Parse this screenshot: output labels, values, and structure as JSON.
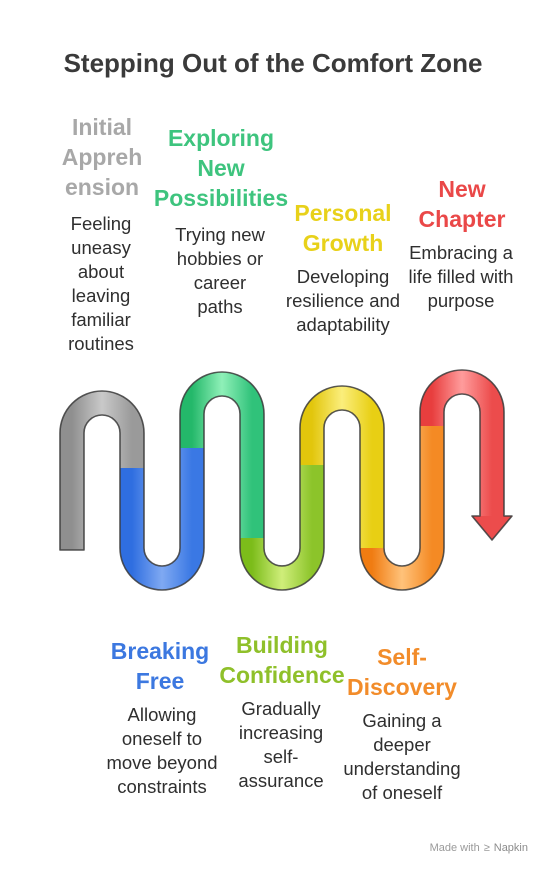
{
  "title": "Stepping Out of the Comfort Zone",
  "stages": {
    "initial": {
      "name": "Initial Appreh ension",
      "desc": "Feeling uneasy about leaving familiar routines",
      "color": "#a8a8a8"
    },
    "exploring": {
      "name": "Exploring New Possibilities",
      "desc": "Trying new hobbies or career paths",
      "color": "#3ec47e"
    },
    "growth": {
      "name": "Personal Growth",
      "desc": "Developing resilience and adaptability",
      "color": "#e8d11a"
    },
    "chapter": {
      "name": "New Chapter",
      "desc": "Embracing a life filled with purpose",
      "color": "#ea4848"
    },
    "breaking": {
      "name": "Breaking Free",
      "desc": "Allowing oneself to move beyond constraints",
      "color": "#3c78e0"
    },
    "confidence": {
      "name": "Building Confidence",
      "desc": "Gradually increasing self-assurance",
      "color": "#8fc02a"
    },
    "discovery": {
      "name": "Self-Discovery",
      "desc": "Gaining a deeper understanding of oneself",
      "color": "#f28c2a"
    }
  },
  "footer": {
    "made_with": "Made with",
    "brand": "Napkin"
  }
}
